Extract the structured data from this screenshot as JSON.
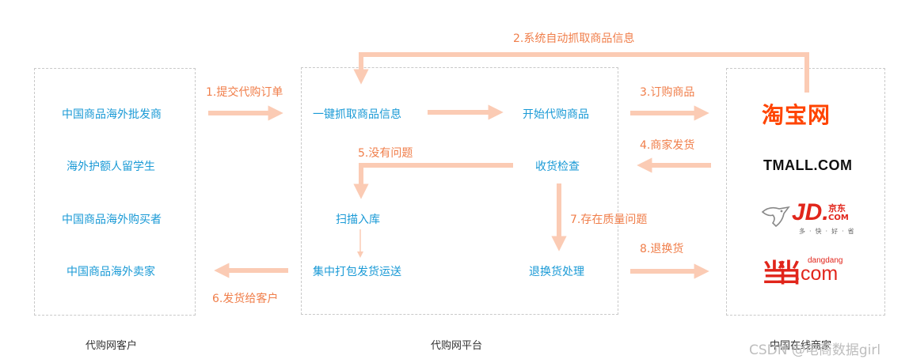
{
  "groups": {
    "customers": {
      "caption": "代购网客户",
      "items": [
        "中国商品海外批发商",
        "海外护额人留学生",
        "中国商品海外购买者",
        "中国商品海外卖家"
      ]
    },
    "platform": {
      "caption": "代购网平台",
      "nodes": {
        "fetch_info": "一键抓取商品信息",
        "start_purchase": "开始代购商品",
        "receive_check": "收货检查",
        "scan_stock": "扫描入库",
        "pack_ship": "集中打包发货运送",
        "return_process": "退换货处理"
      }
    },
    "merchants": {
      "caption": "中国在线商家",
      "logos": {
        "taobao": "淘宝网",
        "tmall": "TMALL.COM",
        "jd_main": "JD.",
        "jd_cn": "京东",
        "jd_com": "COM",
        "jd_slogan": "多·快·好·省",
        "dd_symbol": "当当",
        "dd_small": "dangdang",
        "dd_com": ".com"
      }
    }
  },
  "steps": {
    "s1": "1.提交代购订单",
    "s2": "2.系统自动抓取商品信息",
    "s3": "3.订购商品",
    "s4": "4.商家发货",
    "s5": "5.没有问题",
    "s6": "6.发货给客户",
    "s7": "7.存在质量问题",
    "s8": "8.退换货"
  },
  "watermark": "CSDN @电商数据girl",
  "colors": {
    "arrow": "#fbcbb4",
    "step_label": "#f07e4a",
    "node_text": "#1a9ad6",
    "border": "#c9c9c9"
  }
}
